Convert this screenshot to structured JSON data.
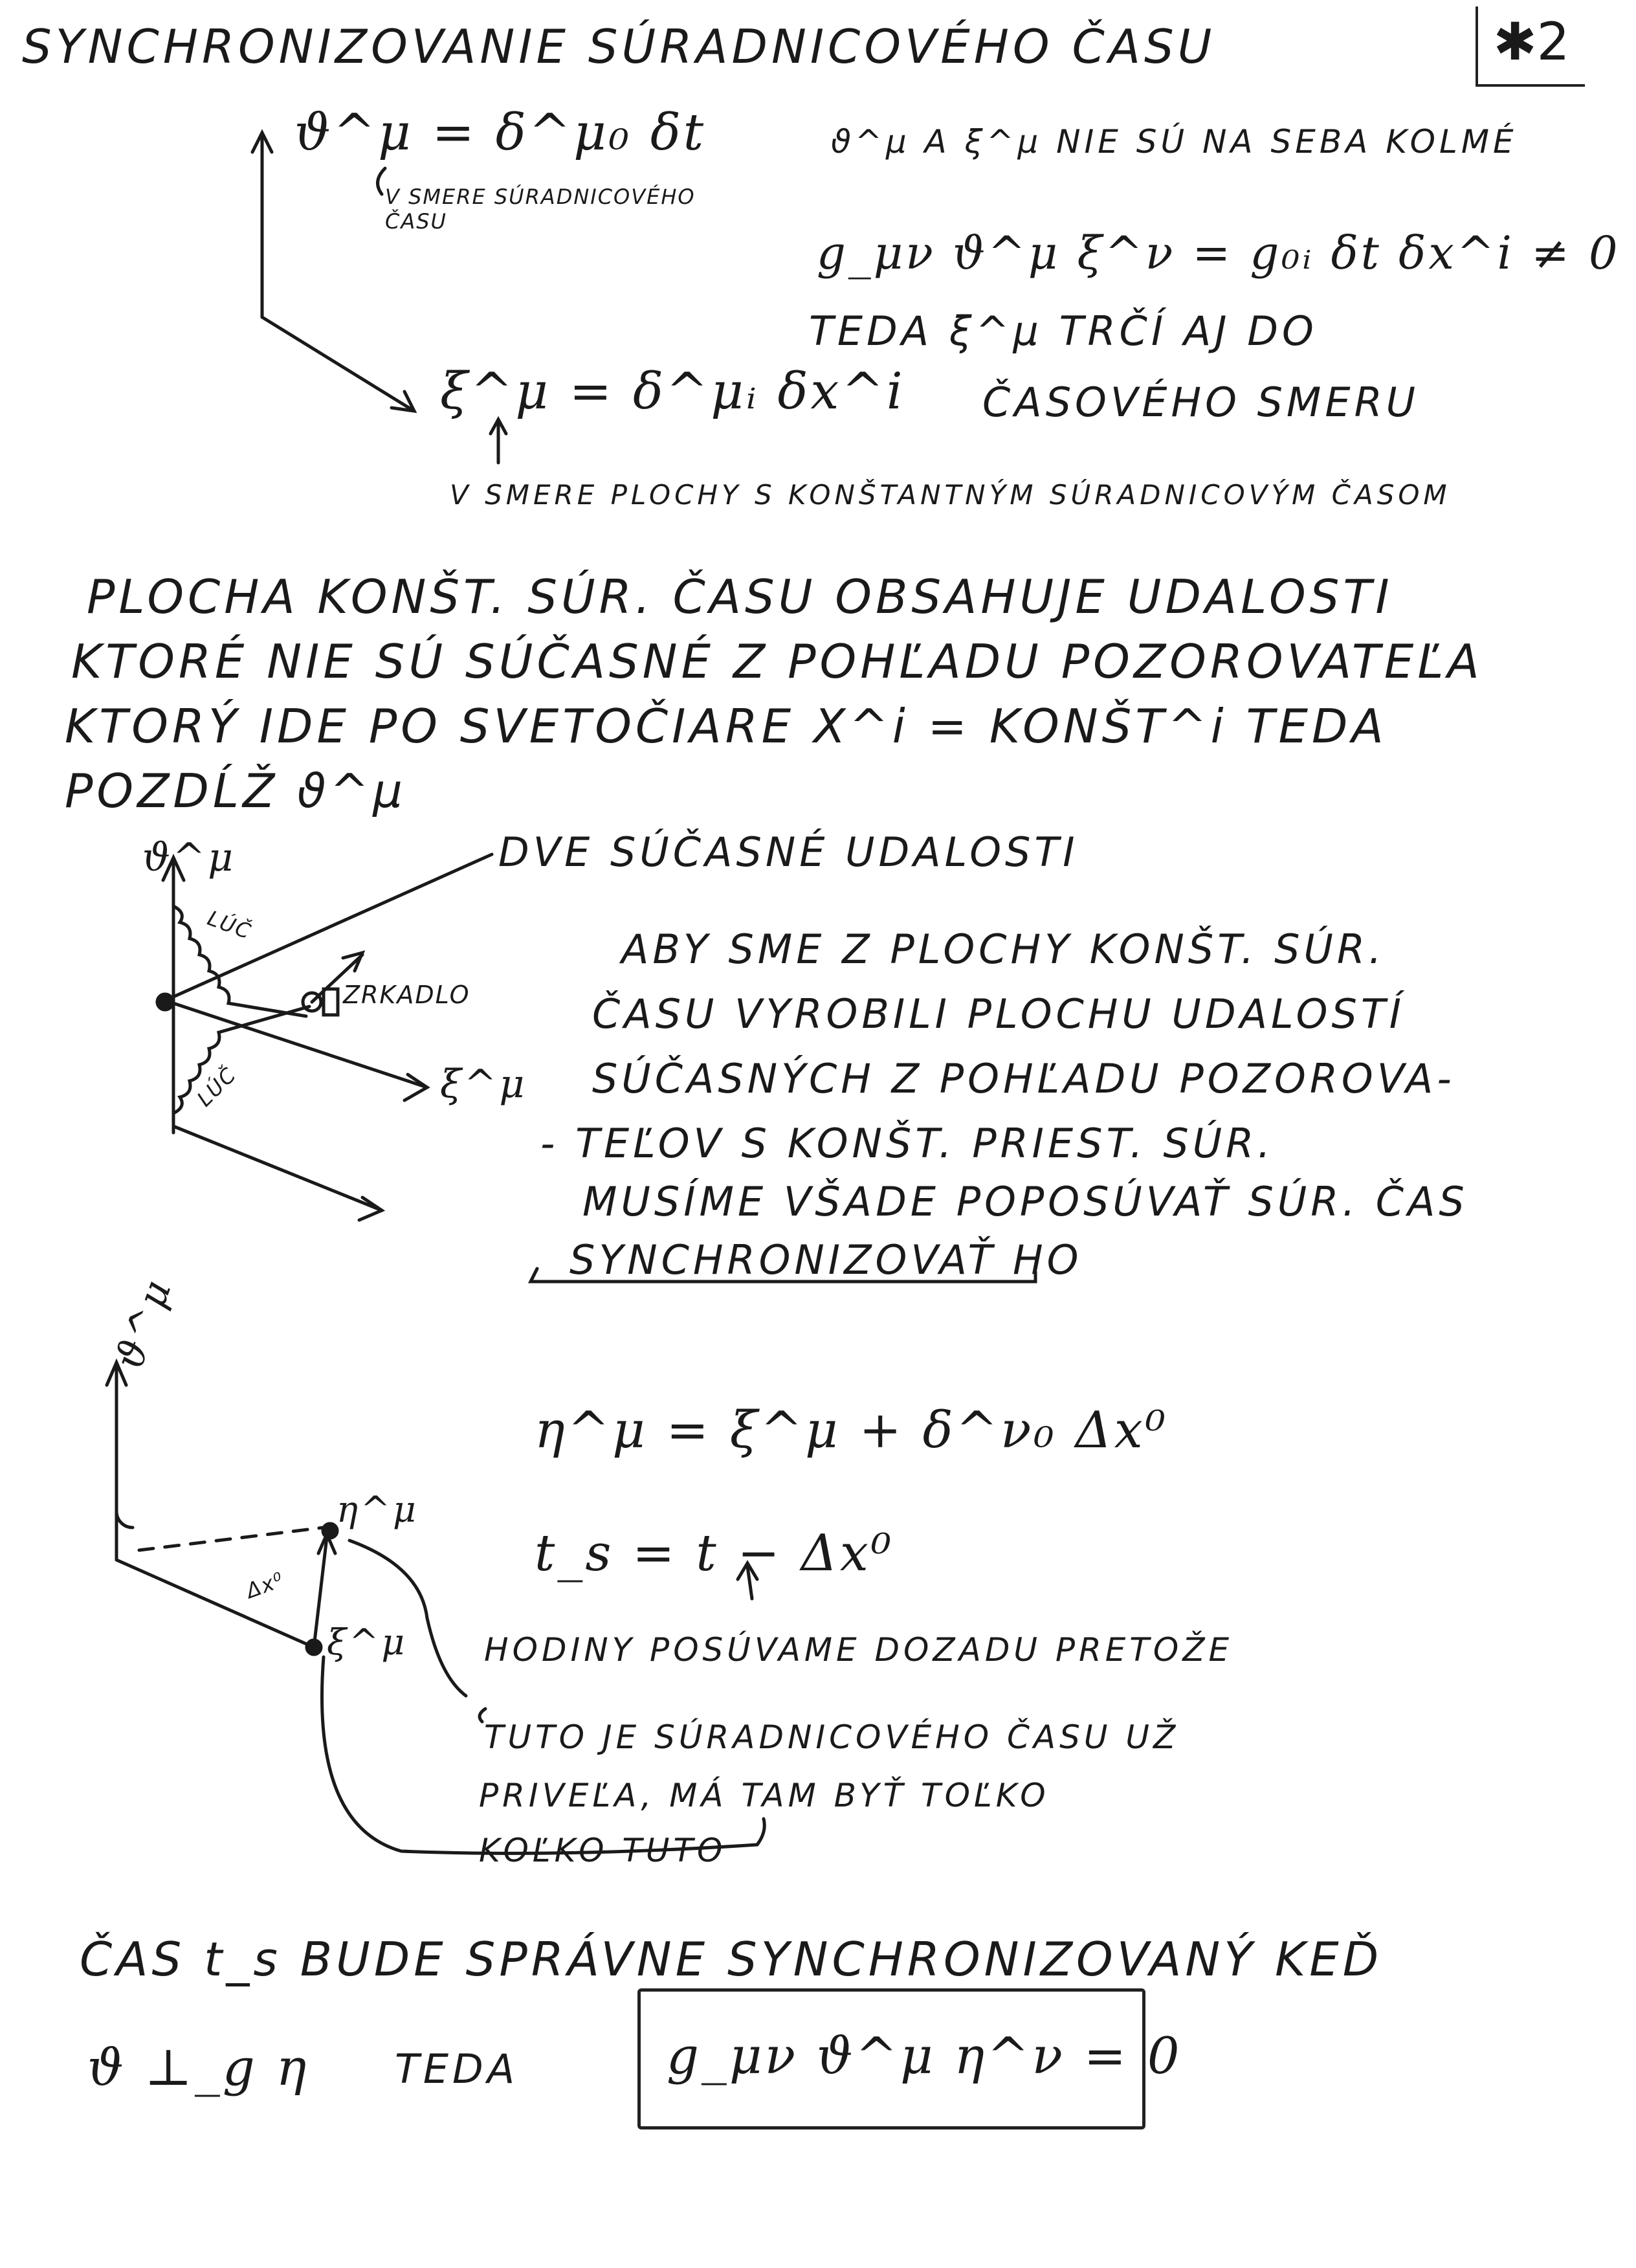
{
  "header": {
    "title": "SYNCHRONIZOVANIE SÚRADNICOVÉHO ČASU",
    "page_tag": "✱2"
  },
  "section1": {
    "theta_def": "ϑ^μ = δ^μ₀ δt",
    "theta_note": "V SMERE SÚRADNICOVÉHO ČASU",
    "xi_def": "ξ^μ = δ^μᵢ δx^i",
    "xi_note": "V SMERE PLOCHY S KONŠTANTNÝM SÚRADNICOVÝM ČASOM",
    "not_perp": "ϑ^μ A ξ^μ NIE SÚ NA SEBA KOLMÉ",
    "product": "g_μν ϑ^μ ξ^ν = g₀ᵢ δt δx^i ≠ 0",
    "teda_line1": "TEDA ξ^μ TRČÍ AJ DO",
    "teda_line2": "ČASOVÉHO SMERU"
  },
  "paragraph1": [
    "PLOCHA KONŠT. SÚR. ČASU OBSAHUJE UDALOSTI",
    "KTORÉ NIE SÚ SÚČASNÉ Z POHĽADU POZOROVATEĽA",
    "KTORÝ IDE PO SVETOČIARE  X^i = KONŠT^i  TEDA",
    "POZDĹŽ ϑ^μ"
  ],
  "diagram1": {
    "theta_label": "ϑ^μ",
    "xi_label": "ξ^μ",
    "ray_upper": "LÚČ",
    "ray_lower": "LÚČ",
    "mirror": "ZRKADLO",
    "events_label": "DVE SÚČASNÉ UDALOSTI"
  },
  "paragraph2": [
    "ABY SME Z PLOCHY KONŠT. SÚR.",
    "ČASU VYROBILI PLOCHU UDALOSTÍ",
    "SÚČASNÝCH Z POHĽADU POZOROVA-",
    "- TEĽOV S KONŠT. PRIEST. SÚR.",
    "MUSÍME VŠADE POPOSÚVAŤ SÚR. ČAS",
    "SYNCHRONIZOVAŤ HO"
  ],
  "diagram2": {
    "theta_label": "ϑ^μ",
    "eta_label": "η^μ",
    "xi_label": "ξ^μ",
    "dx_label": "Δx⁰"
  },
  "section2": {
    "eta_def": "η^μ = ξ^μ + δ^ν₀ Δx⁰",
    "ts_def": "t_s = t − Δx⁰",
    "note": [
      "HODINY POSÚVAME DOZADU PRETOŽE",
      "TUTO JE SÚRADNICOVÉHO ČASU UŽ",
      "PRIVEĽA, MÁ TAM BYŤ TOĽKO",
      "KOĽKO TUTO"
    ]
  },
  "conclusion": {
    "line": "ČAS  t_s  BUDE SPRÁVNE SYNCHRONIZOVANÝ KEĎ",
    "perp": "ϑ ⊥_g η",
    "teda": "TEDA",
    "boxed": "g_μν ϑ^μ η^ν = 0"
  }
}
